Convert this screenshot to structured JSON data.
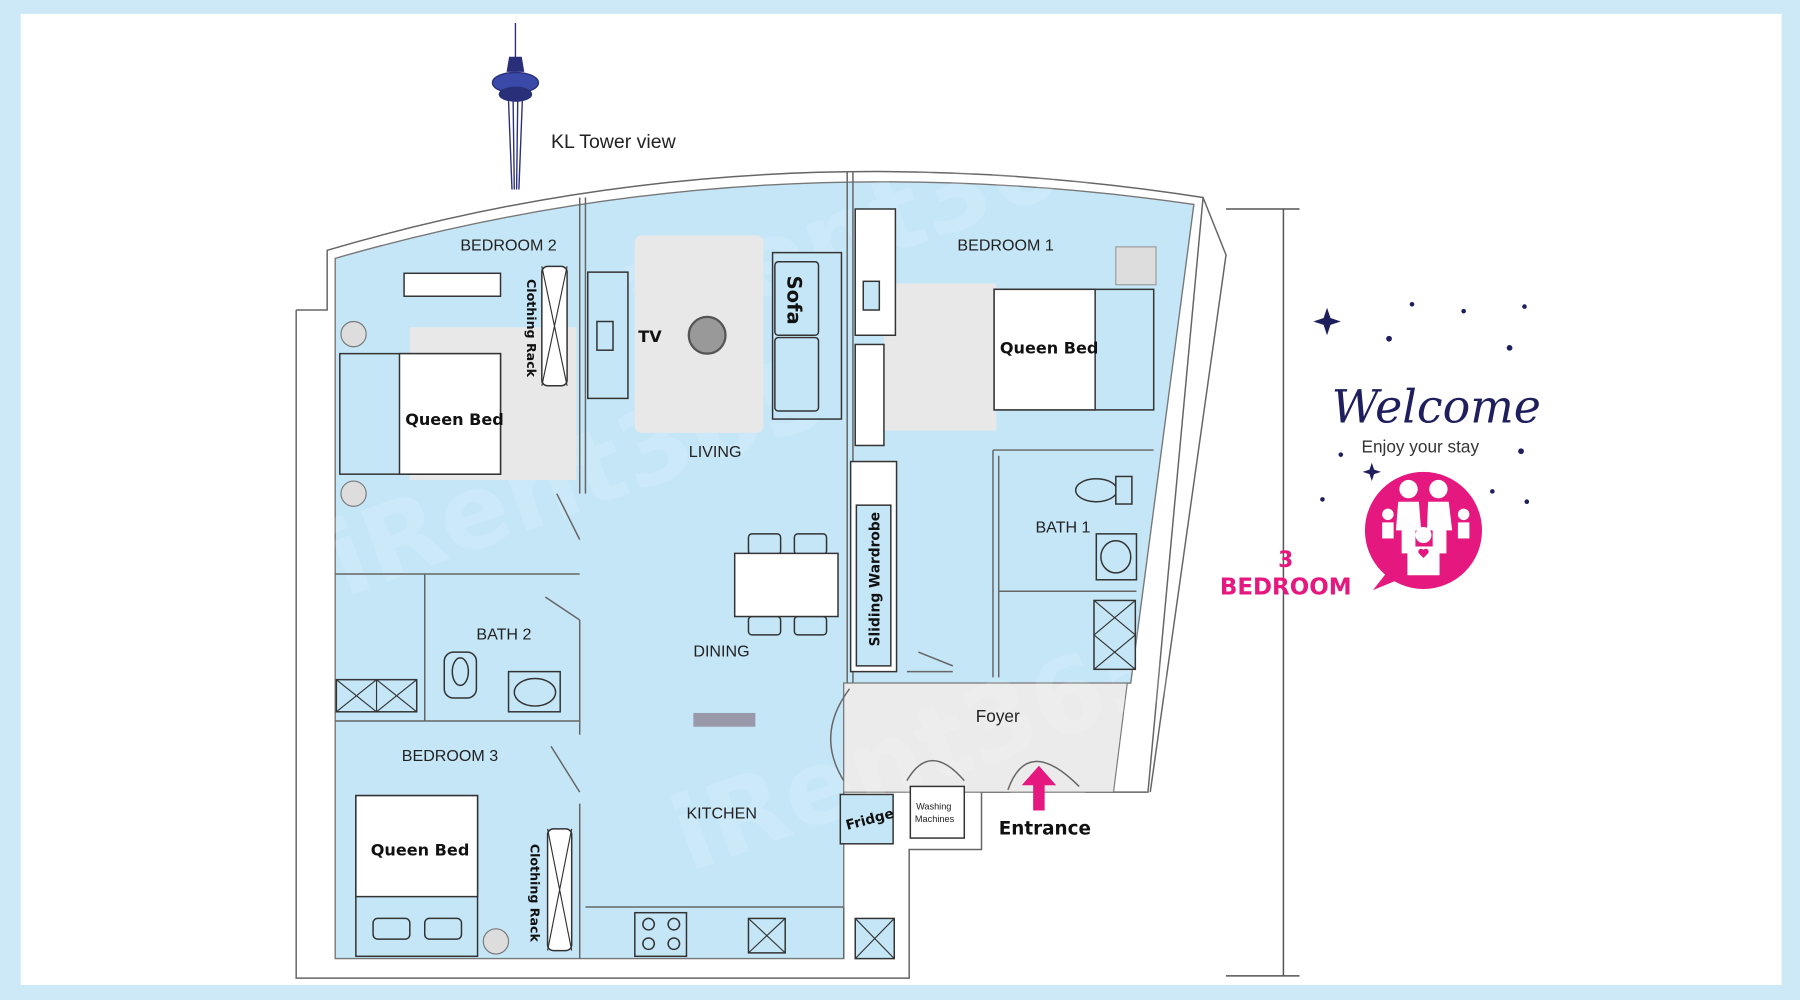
{
  "view_label": "KL Tower view",
  "watermark": "iRent365",
  "rooms": {
    "bedroom1": "BEDROOM 1",
    "bedroom2": "BEDROOM 2",
    "bedroom3": "BEDROOM 3",
    "bath1": "BATH 1",
    "bath2": "BATH 2",
    "living": "LIVING",
    "dining": "DINING",
    "kitchen": "KITCHEN",
    "foyer": "Foyer"
  },
  "furniture": {
    "queen_bed": "Queen Bed",
    "clothing_rack": "Clothing Rack",
    "tv": "TV",
    "sofa": "Sofa",
    "sliding_wardrobe": "Sliding Wardrobe",
    "fridge": "Fridge",
    "washing_machines_1": "Washing",
    "washing_machines_2": "Machines"
  },
  "entrance_label": "Entrance",
  "unit_type": {
    "line1": "3",
    "line2": "BEDROOM"
  },
  "welcome": {
    "title": "Welcome",
    "subtitle": "Enjoy your stay"
  },
  "colors": {
    "floor": "#c5e6f7",
    "accent": "#e4187f",
    "navy": "#1e1f5c",
    "rug": "#e8e8e8"
  }
}
